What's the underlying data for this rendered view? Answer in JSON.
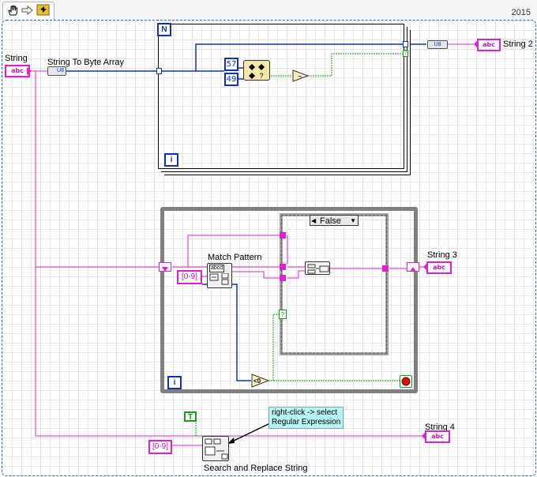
{
  "toolbar": {
    "version": "2015",
    "tools": [
      "operate-hand-icon",
      "step-arrow-icon",
      "highlight-bulb-icon"
    ]
  },
  "controls": {
    "input_string": {
      "label": "String",
      "type_text": "abc"
    },
    "string_2": {
      "label": "String 2",
      "type_text": "abc"
    },
    "string_3": {
      "label": "String 3",
      "type_text": "abc"
    },
    "string_4": {
      "label": "String 4",
      "type_text": "abc"
    }
  },
  "functions": {
    "string_to_byte_array": {
      "label": "String To Byte Array",
      "glyph": "U8"
    },
    "match_pattern": {
      "label": "Match Pattern",
      "glyph": "abcd"
    },
    "search_replace": {
      "label": "Search and Replace String"
    }
  },
  "loops": {
    "for_loop": {
      "count_label": "N",
      "iter_label": "i",
      "tunnel_label": "?"
    },
    "while_loop": {
      "iter_label": "i",
      "tunnel_label": "?"
    }
  },
  "constants": {
    "num_57": "57",
    "num_49": "49",
    "pattern_1": "[0-9]",
    "pattern_2": "[0-9]",
    "bool_true": "T",
    "compare_zero": "<0",
    "output_u8": "U8"
  },
  "case_structure": {
    "selector": "False"
  },
  "comment": {
    "line1": "right-click -> select",
    "line2": "Regular Expression"
  },
  "colors": {
    "string_wire": "#e020d0",
    "numeric_wire": "#1030c0",
    "boolean_wire": "#10a010",
    "structure_gray": "#808080",
    "comment_bg": "#b8f4f4"
  }
}
